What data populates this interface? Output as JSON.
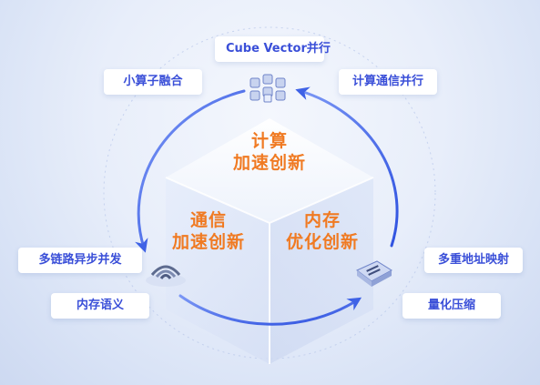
{
  "labels": {
    "cube_vector": "Cube Vector并行",
    "small_op_fusion": "小算子融合",
    "comm_compute_parallel": "计算通信并行",
    "multi_link_async": "多链路异步并发",
    "memory_semantics": "内存语义",
    "multi_address_mapping": "多重地址映射",
    "quantization_compression": "量化压缩"
  },
  "center": {
    "compute": {
      "line1": "计算",
      "line2": "加速创新"
    },
    "comm": {
      "line1": "通信",
      "line2": "加速创新"
    },
    "memory": {
      "line1": "内存",
      "line2": "优化创新"
    }
  },
  "icons": {
    "top": "chip-cluster-icon",
    "left": "signal-wave-icon",
    "right": "memory-module-icon"
  },
  "colors": {
    "accent_orange": "#f07a22",
    "label_blue": "#3a4fd8",
    "arrow_blue": "#3f62e6"
  }
}
